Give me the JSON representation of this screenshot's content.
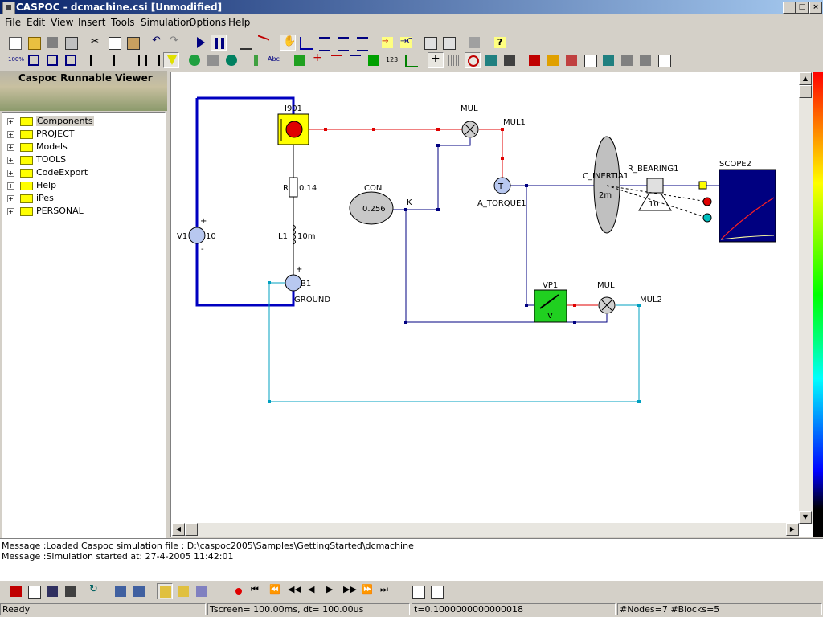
{
  "window": {
    "title": "CASPOC - dcmachine.csi [Unmodified]"
  },
  "menu": [
    "File",
    "Edit",
    "View",
    "Insert",
    "Tools",
    "Simulation",
    "Options",
    "Help"
  ],
  "sidebar": {
    "header": "Caspoc Runnable Viewer",
    "items": [
      {
        "label": "Components"
      },
      {
        "label": "PROJECT"
      },
      {
        "label": "Models"
      },
      {
        "label": "TOOLS"
      },
      {
        "label": "CodeExport"
      },
      {
        "label": "Help"
      },
      {
        "label": "iPes"
      },
      {
        "label": "PERSONAL"
      }
    ]
  },
  "toolbar": {
    "zoom_label": "100%"
  },
  "schematic": {
    "labels": {
      "i901": "I901",
      "mul_top": "MUL",
      "mul1": "MUL1",
      "con": "CON",
      "con_val": "0.256",
      "k": "K",
      "a_torque": "A_TORQUE1",
      "t": "T",
      "c_inertia": "C_INERTIA1",
      "inertia_val": "2m",
      "r_bearing": "R_BEARING1",
      "bearing_val": "10",
      "scope": "SCOPE2",
      "r": "R",
      "r_val": "0.14",
      "l1": "L1",
      "l1_val": "10m",
      "v1": "V1",
      "v1_val": "10",
      "plus1": "+",
      "minus1": "-",
      "plus2": "+",
      "b1": "B1",
      "ground": "GROUND",
      "vp1": "VP1",
      "v": "V",
      "mul_bottom": "MUL",
      "mul2": "MUL2"
    }
  },
  "messages": [
    "Message :Loaded Caspoc simulation file : D:\\caspoc2005\\Samples\\GettingStarted\\dcmachine",
    "Message :Simulation started at: 27-4-2005 11:42:01"
  ],
  "status": {
    "ready": "Ready",
    "tscreen": "Tscreen= 100.00ms, dt= 100.00us",
    "time": "t=0.1000000000000018",
    "counts": "#Nodes=7 #Blocks=5"
  },
  "colors": {
    "wire_blue": "#0000c0",
    "wire_red": "#e00000",
    "wire_cyan": "#00a0c0",
    "scope_bg": "#000080"
  }
}
